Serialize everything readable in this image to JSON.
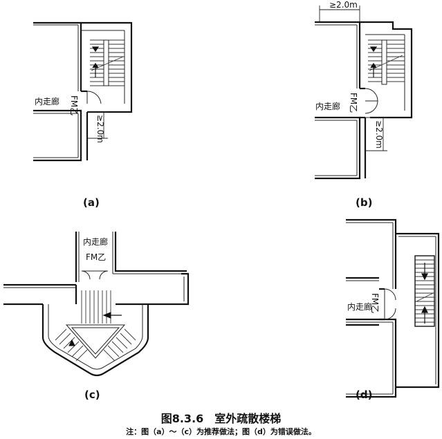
{
  "figure": {
    "title": "图8.3.6　室外疏散楼梯",
    "note": "注：图（a）～（c）为推荐做法；图（d）为错误做法。"
  },
  "panels": [
    {
      "id": "a",
      "caption": "(a)",
      "corridor": "内走廊",
      "door": "FM乙",
      "dimension": "≥2.0m"
    },
    {
      "id": "b",
      "caption": "(b)",
      "corridor": "内走廊",
      "door": "FM乙",
      "dimension_top": "≥2.0m",
      "dimension_side": "≥2.0m"
    },
    {
      "id": "c",
      "caption": "(c)",
      "corridor": "内走廊",
      "door": "FM乙"
    },
    {
      "id": "d",
      "caption": "(d)",
      "corridor": "内走廊",
      "door": "FM乙"
    }
  ],
  "colors": {
    "line": "#111111",
    "background": "#ffffff"
  }
}
